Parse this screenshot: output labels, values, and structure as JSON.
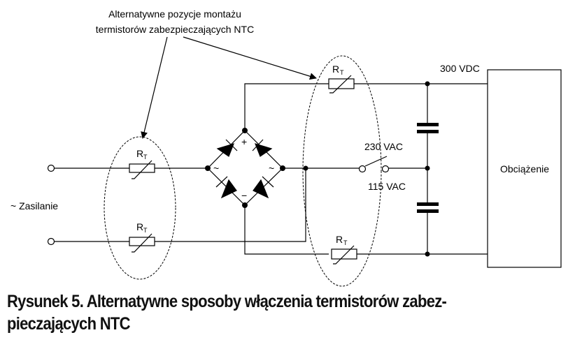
{
  "annotation": {
    "line1": "Alternatywne pozycje montażu",
    "line2": "termistorów zabezpieczających NTC"
  },
  "labels": {
    "supply": "~ Zasilanie",
    "thermistor_symbol": "R",
    "thermistor_subscript": "T",
    "dc_voltage": "300 VDC",
    "switch_230": "230 VAC",
    "switch_115": "115 VAC",
    "load": "Obciążenie",
    "bridge_plus": "+",
    "bridge_minus": "−",
    "bridge_ac": "~"
  },
  "caption": {
    "line1": "Rysunek 5. Alternatywne sposoby włączenia termistorów zabez-",
    "line2": "pieczających NTC"
  }
}
